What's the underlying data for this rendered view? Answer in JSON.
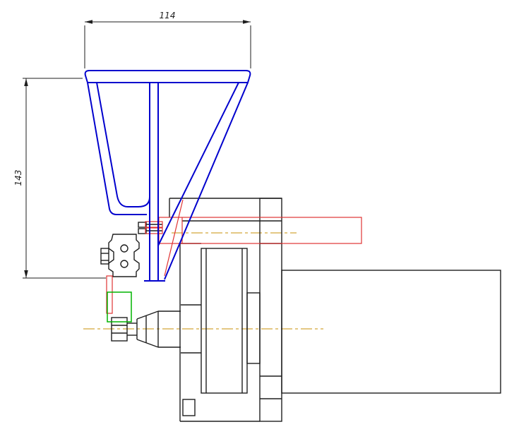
{
  "app": {
    "type": "cad-drawing-view"
  },
  "drawing": {
    "dimensions": {
      "width": {
        "label": "114",
        "orientation": "horizontal"
      },
      "height": {
        "label": "143",
        "orientation": "vertical"
      }
    },
    "colors": {
      "bracket": "#0000cd",
      "highlight": "#e03434",
      "selection": "#00b400",
      "centerline": "#c8920a",
      "outline": "#1e1e1e",
      "dimension": "#1e1e1e",
      "background": "#ffffff"
    },
    "parts": [
      {
        "name": "mounting-bracket",
        "color_role": "bracket"
      },
      {
        "name": "motor-gearbox-assembly",
        "color_role": "outline"
      },
      {
        "name": "highlighted-fastener-group",
        "color_role": "highlight"
      },
      {
        "name": "selected-component",
        "color_role": "selection"
      }
    ]
  }
}
